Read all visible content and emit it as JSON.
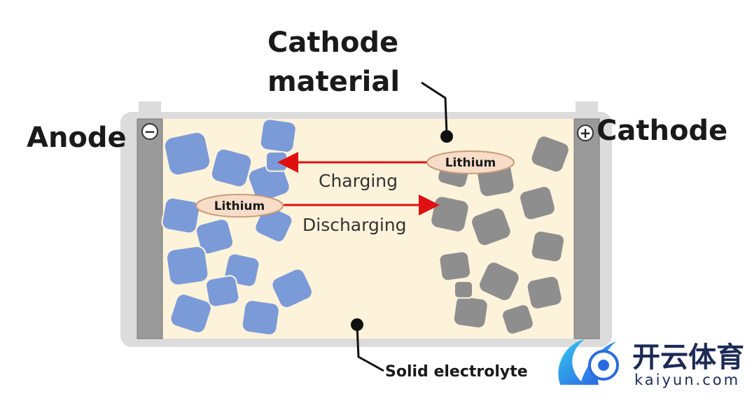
{
  "labels": {
    "cathode_material_line1": "Cathode",
    "cathode_material_line2": "material",
    "anode": "Anode",
    "cathode": "Cathode",
    "charging": "Charging",
    "discharging": "Discharging",
    "lithium_top": "Lithium",
    "lithium_bottom": "Lithium",
    "solid_electrolyte": "Solid electrolyte",
    "negative_sign": "−",
    "positive_sign": "+"
  },
  "watermark": {
    "chinese": "开云体育",
    "url": "kaiyun.com"
  },
  "colors": {
    "anode_particle": "#7b9ad8",
    "cathode_particle": "#8e8e8e",
    "electrolyte": "#fdf3da",
    "arrow": "#e01010"
  }
}
